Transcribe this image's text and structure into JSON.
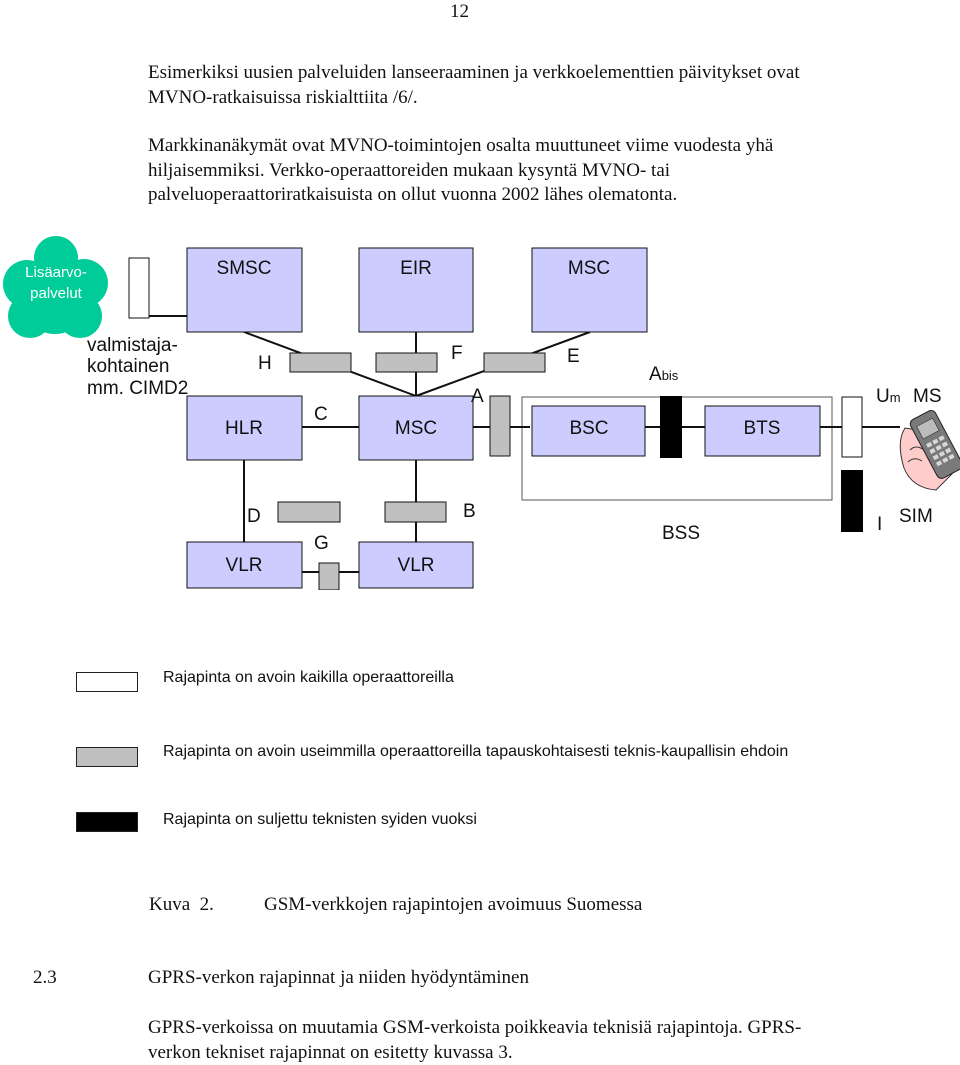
{
  "page_number": "12",
  "paragraphs": [
    [
      "Esimerkiksi uusien palveluiden lanseeraaminen ja verkkoelementtien päivitykset ovat",
      "MVNO-ratkaisuissa riskialttiita /6/."
    ],
    [
      "Markkinanäkymät ovat MVNO-toimintojen osalta muuttuneet viime vuodesta yhä",
      "hiljaisemmiksi. Verkko-operaattoreiden mukaan kysyntä MVNO- tai",
      "palveluoperaattoriratkaisuista on ollut vuonna 2002 lähes olematonta."
    ]
  ],
  "diagram": {
    "cloud": [
      "Lisäarvo-",
      "palvelut"
    ],
    "cloud_note": [
      "valmistaja-",
      "kohtainen",
      "mm. CIMD2"
    ],
    "nodes": {
      "smsc": "SMSC",
      "eir": "EIR",
      "msc_top": "MSC",
      "hlr": "HLR",
      "msc_center": "MSC",
      "bsc": "BSC",
      "bts": "BTS",
      "vlr_left": "VLR",
      "vlr_right": "VLR",
      "bss": "BSS"
    },
    "interfaces": {
      "h": "H",
      "c": "C",
      "f": "F",
      "a": "A",
      "e": "E",
      "abis_main": "A",
      "abis_sub": "bis",
      "um_main": "U",
      "um_sub": "m",
      "ms": "MS",
      "d": "D",
      "g": "G",
      "b": "B",
      "i": "I",
      "sim": "SIM"
    },
    "colors": {
      "node_fill": "#ccccff",
      "cloud": "#00cc99",
      "open": "#ffffff",
      "partial": "#c0c0c0",
      "closed": "#000000"
    }
  },
  "legend": [
    {
      "style": "open",
      "text": "Rajapinta on avoin kaikilla operaattoreilla"
    },
    {
      "style": "partial",
      "text": "Rajapinta on avoin useimmilla operaattoreilla tapauskohtaisesti teknis-kaupallisin ehdoin"
    },
    {
      "style": "closed",
      "text": "Rajapinta on suljettu teknisten syiden vuoksi"
    }
  ],
  "caption": {
    "label": "Kuva  2.",
    "text": "GSM-verkkojen rajapintojen avoimuus Suomessa"
  },
  "section": {
    "number": "2.3",
    "title": "GPRS-verkon rajapinnat ja niiden hyödyntäminen"
  },
  "section_body": [
    "GPRS-verkoissa on muutamia GSM-verkoista poikkeavia teknisiä rajapintoja. GPRS-",
    "verkon tekniset rajapinnat on esitetty kuvassa 3."
  ]
}
